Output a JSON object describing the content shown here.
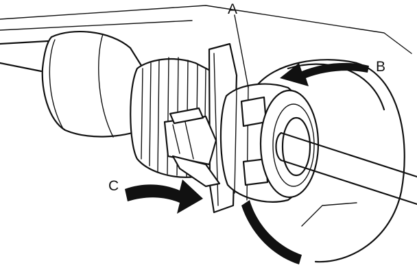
{
  "diagram": {
    "callouts": {
      "a": "A",
      "b": "B",
      "c": "C"
    },
    "colors": {
      "ink": "#111111",
      "paper": "#ffffff"
    }
  }
}
